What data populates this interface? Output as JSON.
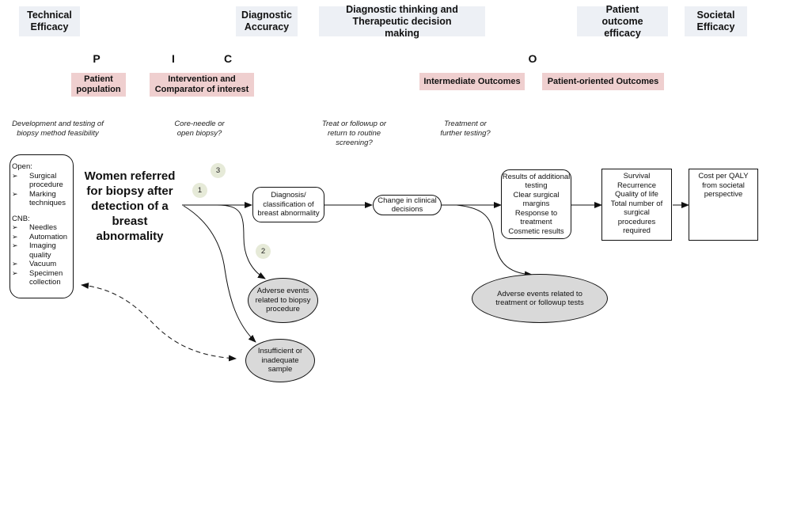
{
  "headers": [
    {
      "id": "technical-efficacy",
      "label": "Technical Efficacy"
    },
    {
      "id": "diagnostic-accuracy",
      "label": "Diagnostic Accuracy"
    },
    {
      "id": "diagnostic-thinking",
      "label": "Diagnostic thinking and Therapeutic decision making"
    },
    {
      "id": "patient-outcome-efficacy",
      "label": "Patient outcome efficacy"
    },
    {
      "id": "societal-efficacy",
      "label": "Societal Efficacy"
    }
  ],
  "pico": {
    "letters": {
      "p": "P",
      "i": "I",
      "c": "C",
      "o": "O"
    },
    "boxes": {
      "patient_population": "Patient population",
      "intervention_comparator": "Intervention and Comparator of interest",
      "intermediate_outcomes": "Intermediate Outcomes",
      "patient_oriented_outcomes": "Patient-oriented Outcomes"
    }
  },
  "questions": {
    "feasibility": "Development and testing of biopsy method feasibility",
    "core_needle": "Core-needle or open biopsy?",
    "treat_followup": "Treat or followup or return to routine screening?",
    "treatment_testing": "Treatment or further testing?"
  },
  "feasibility_box": {
    "groups": [
      {
        "title": "Open:",
        "items": [
          "Surgical procedure",
          "Marking techniques"
        ]
      },
      {
        "title": "CNB:",
        "items": [
          "Needles",
          "Automation",
          "Imaging quality",
          "Vacuum",
          "Specimen collection"
        ]
      }
    ],
    "bullet_glyph": "➢"
  },
  "population": "Women referred for biopsy after detection of a breast abnormality",
  "key_questions": {
    "kq1": "1",
    "kq2": "2",
    "kq3": "3"
  },
  "nodes": {
    "diagnosis": "Diagnosis/ classification of breast abnormality",
    "clinical_decisions": "Change in clinical decisions",
    "intermediate_results": [
      "Results of additional testing",
      "Clear surgical margins",
      "Response to treatment",
      "Cosmetic results"
    ],
    "patient_outcomes": [
      "Survival",
      "Recurrence",
      "Quality of life",
      "Total number of surgical procedures required"
    ],
    "societal": "Cost per QALY from societal perspective",
    "adverse_biopsy": "Adverse events related to biopsy procedure",
    "insufficient_sample": "Insufficient or inadequate sample",
    "adverse_treatment": "Adverse events related to treatment or followup tests"
  },
  "colors": {
    "header_bg": "#edf0f5",
    "pico_bg": "#efcfcf",
    "harm_ellipse_bg": "#d9d9d9",
    "kq_circle_bg": "#e6ead8"
  }
}
